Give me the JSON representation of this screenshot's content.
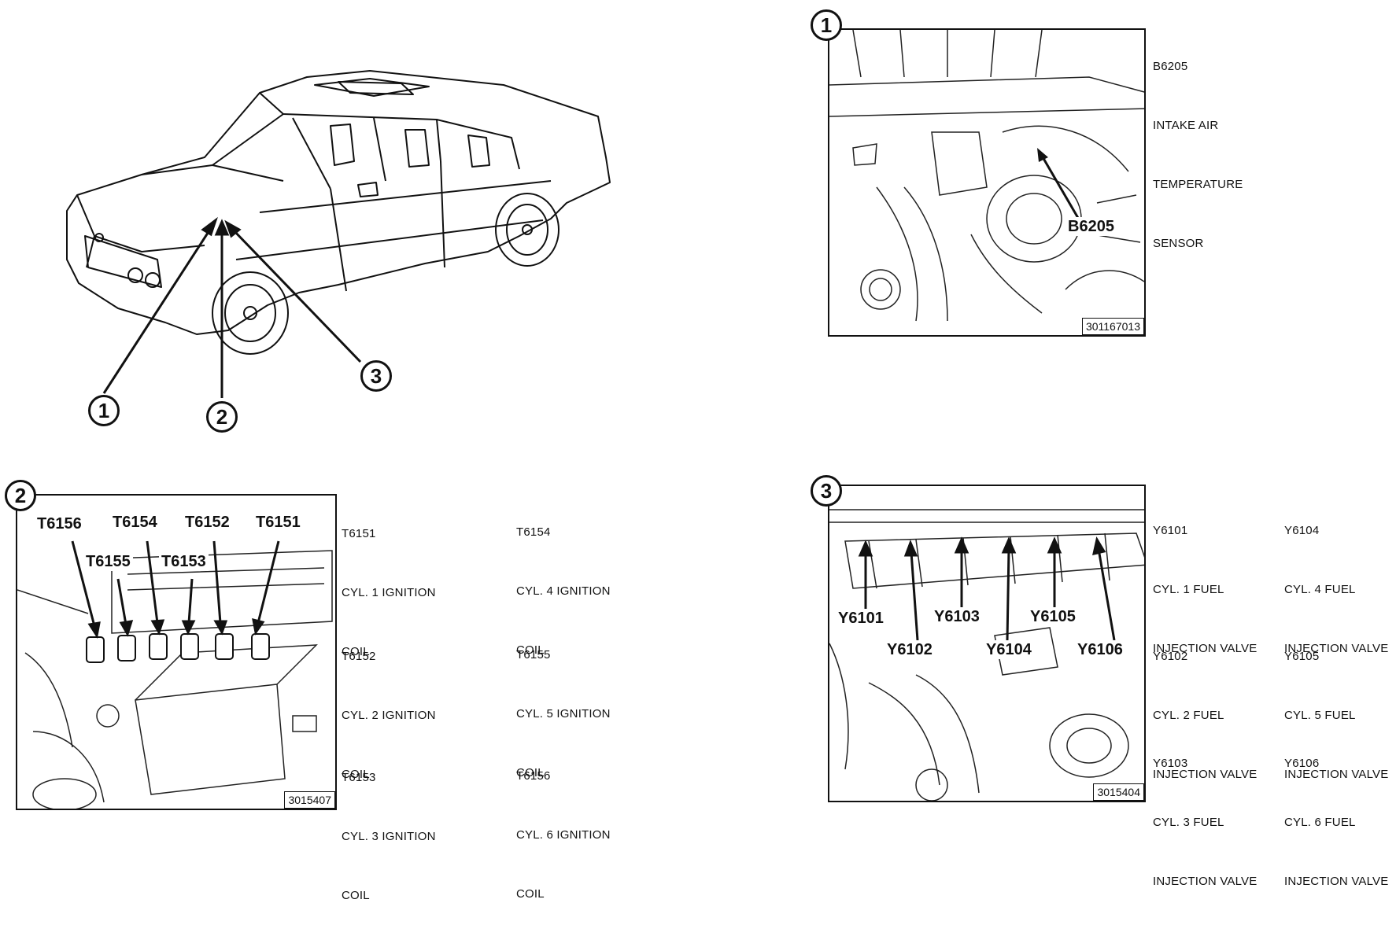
{
  "overview": {
    "callouts": [
      "1",
      "2",
      "3"
    ]
  },
  "panel1": {
    "number": "1",
    "figure_id": "301167013",
    "labels": [
      "B6205"
    ],
    "caption": [
      "B6205",
      "INTAKE AIR",
      "TEMPERATURE",
      "SENSOR"
    ]
  },
  "panel2": {
    "number": "2",
    "figure_id": "3015407",
    "labels": [
      "T6156",
      "T6154",
      "T6152",
      "T6151",
      "T6155",
      "T6153"
    ],
    "captions": [
      [
        "T6151",
        "CYL. 1 IGNITION",
        "COIL"
      ],
      [
        "T6154",
        "CYL. 4 IGNITION",
        "COIL"
      ],
      [
        "T6152",
        "CYL. 2 IGNITION",
        "COIL"
      ],
      [
        "T6155",
        "CYL. 5 IGNITION",
        "COIL"
      ],
      [
        "T6153",
        "CYL. 3 IGNITION",
        "COIL"
      ],
      [
        "T6156",
        "CYL. 6 IGNITION",
        "COIL"
      ]
    ]
  },
  "panel3": {
    "number": "3",
    "figure_id": "3015404",
    "labels": [
      "Y6101",
      "Y6103",
      "Y6105",
      "Y6102",
      "Y6104",
      "Y6106"
    ],
    "captions": [
      [
        "Y6101",
        "CYL. 1 FUEL",
        "INJECTION VALVE"
      ],
      [
        "Y6104",
        "CYL. 4 FUEL",
        "INJECTION VALVE"
      ],
      [
        "Y6102",
        "CYL. 2 FUEL",
        "INJECTION VALVE"
      ],
      [
        "Y6105",
        "CYL. 5 FUEL",
        "INJECTION VALVE"
      ],
      [
        "Y6103",
        "CYL. 3 FUEL",
        "INJECTION VALVE"
      ],
      [
        "Y6106",
        "CYL. 6 FUEL",
        "INJECTION VALVE"
      ]
    ]
  }
}
